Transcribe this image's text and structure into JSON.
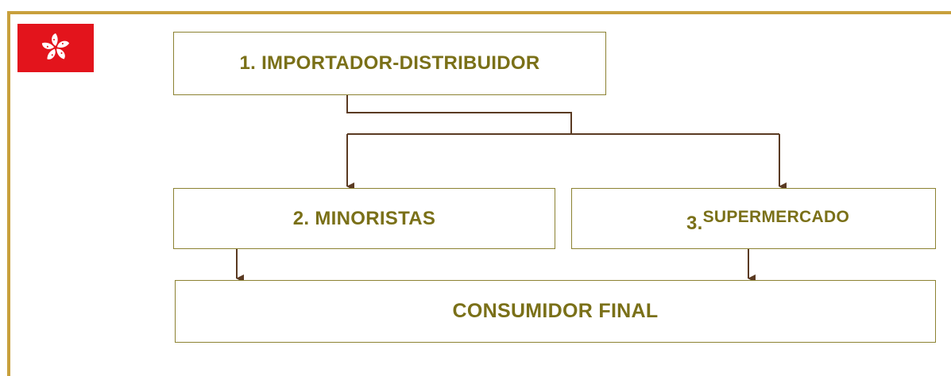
{
  "flag": {
    "icon": "bauhinia-flag-icon",
    "color": "#e3141c"
  },
  "boxes": {
    "importer": "1. IMPORTADOR-DISTRIBUIDOR",
    "retailers": "2. MINORISTAS",
    "supermarket_number": "3.",
    "supermarket_label": "SUPERMERCADO",
    "consumer": "CONSUMIDOR FINAL"
  },
  "colors": {
    "frame": "#c8a03c",
    "box_border": "#8c8232",
    "text": "#7a7018",
    "connector": "#5a3a22"
  }
}
